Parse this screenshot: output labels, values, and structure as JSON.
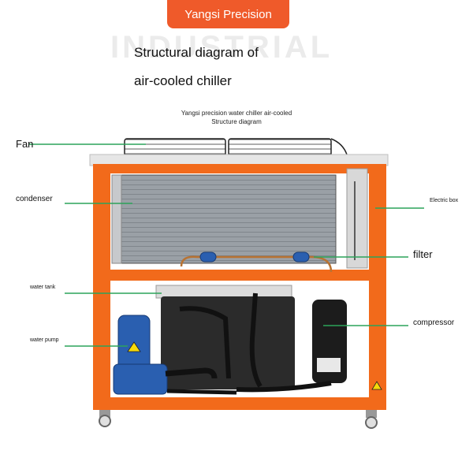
{
  "brand": {
    "tab_label": "Yangsi Precision"
  },
  "watermark": "INDUSTRIAL",
  "title": {
    "line1": "Structural diagram of",
    "line2": "air-cooled chiller"
  },
  "subtitle": {
    "line1": "Yangsi precision water chiller air-cooled",
    "line2": "Structure diagram"
  },
  "labels": {
    "fan": "Fan",
    "condenser": "condenser",
    "electric_box": "Electric box",
    "filter": "filter",
    "water_tank": "water tank",
    "compressor": "compressor",
    "water_pump": "water pump"
  },
  "colors": {
    "brand": "#ef5a2a",
    "frame": "#f26a1b",
    "leader_line": "#2ca35a",
    "pump": "#2a5fb0",
    "condenser": "#8a8f96",
    "tank": "#2b2b2b",
    "compressor": "#1c1c1c"
  }
}
